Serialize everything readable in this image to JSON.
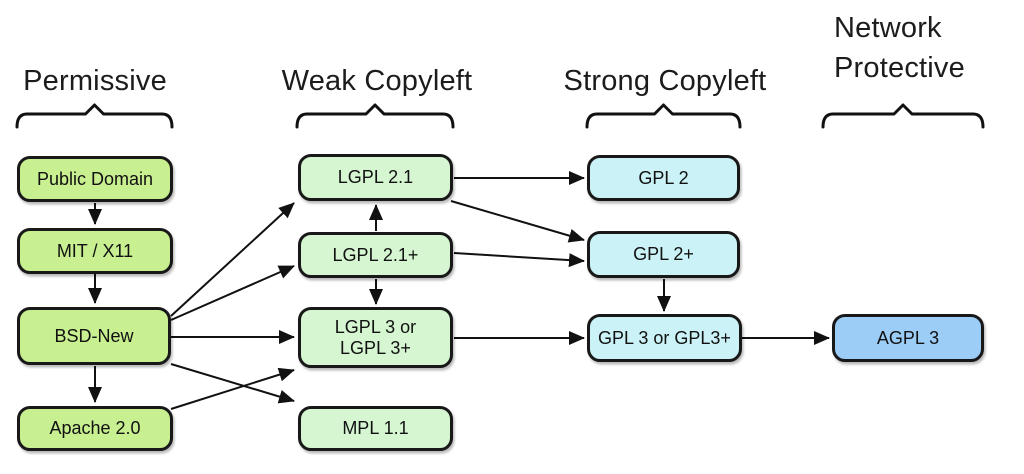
{
  "diagram": {
    "groups": {
      "permissive": {
        "label": "Permissive",
        "color": "#c8ef90"
      },
      "weak": {
        "label": "Weak Copyleft",
        "color": "#d5f6d1"
      },
      "strong": {
        "label": "Strong Copyleft",
        "color": "#cbf3f7"
      },
      "network": {
        "label": "Network Protective",
        "color": "#9bcdf6"
      }
    },
    "nodes": {
      "public_domain": {
        "label": "Public Domain",
        "group": "permissive"
      },
      "mit_x11": {
        "label": "MIT / X11",
        "group": "permissive"
      },
      "bsd_new": {
        "label": "BSD-New",
        "group": "permissive"
      },
      "apache_2_0": {
        "label": "Apache 2.0",
        "group": "permissive"
      },
      "lgpl_2_1": {
        "label": "LGPL 2.1",
        "group": "weak"
      },
      "lgpl_2_1_plus": {
        "label": "LGPL 2.1+",
        "group": "weak"
      },
      "lgpl_3_or_3_plus": {
        "label": "LGPL 3 or LGPL 3+",
        "group": "weak"
      },
      "mpl_1_1": {
        "label": "MPL 1.1",
        "group": "weak"
      },
      "gpl_2": {
        "label": "GPL 2",
        "group": "strong"
      },
      "gpl_2_plus": {
        "label": "GPL 2+",
        "group": "strong"
      },
      "gpl_3_or_gpl3_plus": {
        "label": "GPL 3 or GPL3+",
        "group": "strong"
      },
      "agpl_3": {
        "label": "AGPL 3",
        "group": "network"
      }
    },
    "edges": [
      {
        "from": "public_domain",
        "to": "mit_x11"
      },
      {
        "from": "mit_x11",
        "to": "bsd_new"
      },
      {
        "from": "bsd_new",
        "to": "apache_2_0"
      },
      {
        "from": "bsd_new",
        "to": "lgpl_2_1"
      },
      {
        "from": "bsd_new",
        "to": "lgpl_2_1_plus"
      },
      {
        "from": "bsd_new",
        "to": "lgpl_3_or_3_plus"
      },
      {
        "from": "bsd_new",
        "to": "mpl_1_1"
      },
      {
        "from": "apache_2_0",
        "to": "lgpl_3_or_3_plus"
      },
      {
        "from": "lgpl_2_1_plus",
        "to": "lgpl_2_1"
      },
      {
        "from": "lgpl_2_1_plus",
        "to": "lgpl_3_or_3_plus"
      },
      {
        "from": "lgpl_2_1",
        "to": "gpl_2"
      },
      {
        "from": "lgpl_2_1",
        "to": "gpl_2_plus"
      },
      {
        "from": "lgpl_2_1_plus",
        "to": "gpl_2_plus"
      },
      {
        "from": "lgpl_3_or_3_plus",
        "to": "gpl_3_or_gpl3_plus"
      },
      {
        "from": "gpl_2_plus",
        "to": "gpl_3_or_gpl3_plus"
      },
      {
        "from": "gpl_3_or_gpl3_plus",
        "to": "agpl_3"
      }
    ],
    "line_color": "#111111"
  }
}
